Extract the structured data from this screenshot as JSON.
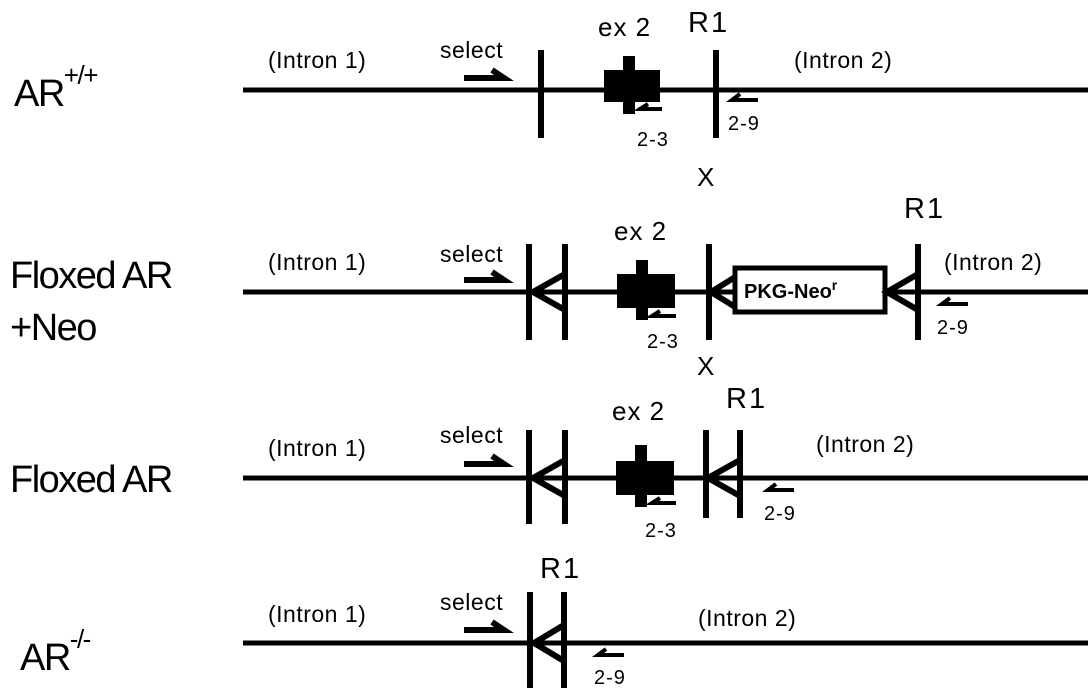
{
  "rows": {
    "wt": {
      "label_main": "AR",
      "label_sup": "+/+",
      "intron1": "(Intron 1)",
      "intron2": "(Intron 2)",
      "select": "select",
      "exon": "ex 2",
      "r1": "R1",
      "primer_a": "2-3",
      "primer_b": "2-9"
    },
    "neo": {
      "label_line1": "Floxed AR",
      "label_line2": "+Neo",
      "intron1": "(Intron 1)",
      "intron2": "(Intron 2)",
      "select": "select",
      "exon": "ex 2",
      "r1": "R1",
      "cassette": "PKG-Neo",
      "cassette_sup": "r",
      "primer_a": "2-3",
      "primer_b": "2-9"
    },
    "floxed": {
      "label": "Floxed AR",
      "intron1": "(Intron 1)",
      "intron2": "(Intron 2)",
      "select": "select",
      "exon": "ex 2",
      "r1": "R1",
      "primer_a": "2-3",
      "primer_b": "2-9"
    },
    "ko": {
      "label_main": "AR",
      "label_sup": "-/-",
      "intron1": "(Intron 1)",
      "intron2": "(Intron 2)",
      "select": "select",
      "r1": "R1",
      "primer_b": "2-9"
    }
  },
  "crosses": [
    "X",
    "X"
  ]
}
